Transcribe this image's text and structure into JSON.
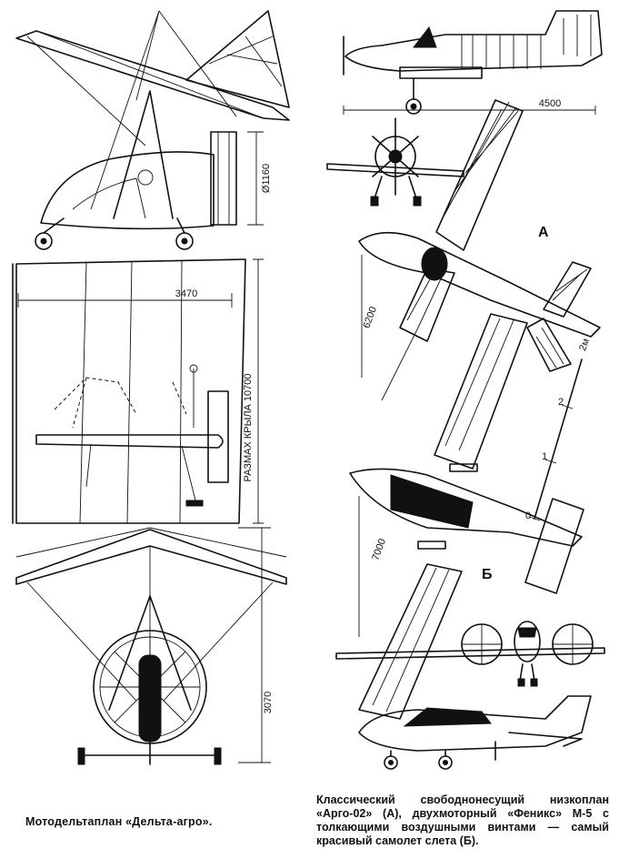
{
  "dimensions": {
    "diameter": "Ø1160",
    "length_argo": "4500",
    "chord": "3470",
    "wingspan": "РАЗМАХ КРЫЛА 10700",
    "span_argo": "6200",
    "span_phoenix": "7000",
    "height": "3070",
    "scale_unit": "2м"
  },
  "scale_ticks": [
    "0",
    "1",
    "2"
  ],
  "labels": {
    "a": "А",
    "b": "Б"
  },
  "captions": {
    "left": "Мотодельтаплан «Дельта-агро».",
    "right": "Классический свободнонесущий низкоплан «Арго-02» (А), двухмоторный «Феникс» М-5 с толкающими воздушными винтами — самый красивый самолет слета (Б)."
  }
}
